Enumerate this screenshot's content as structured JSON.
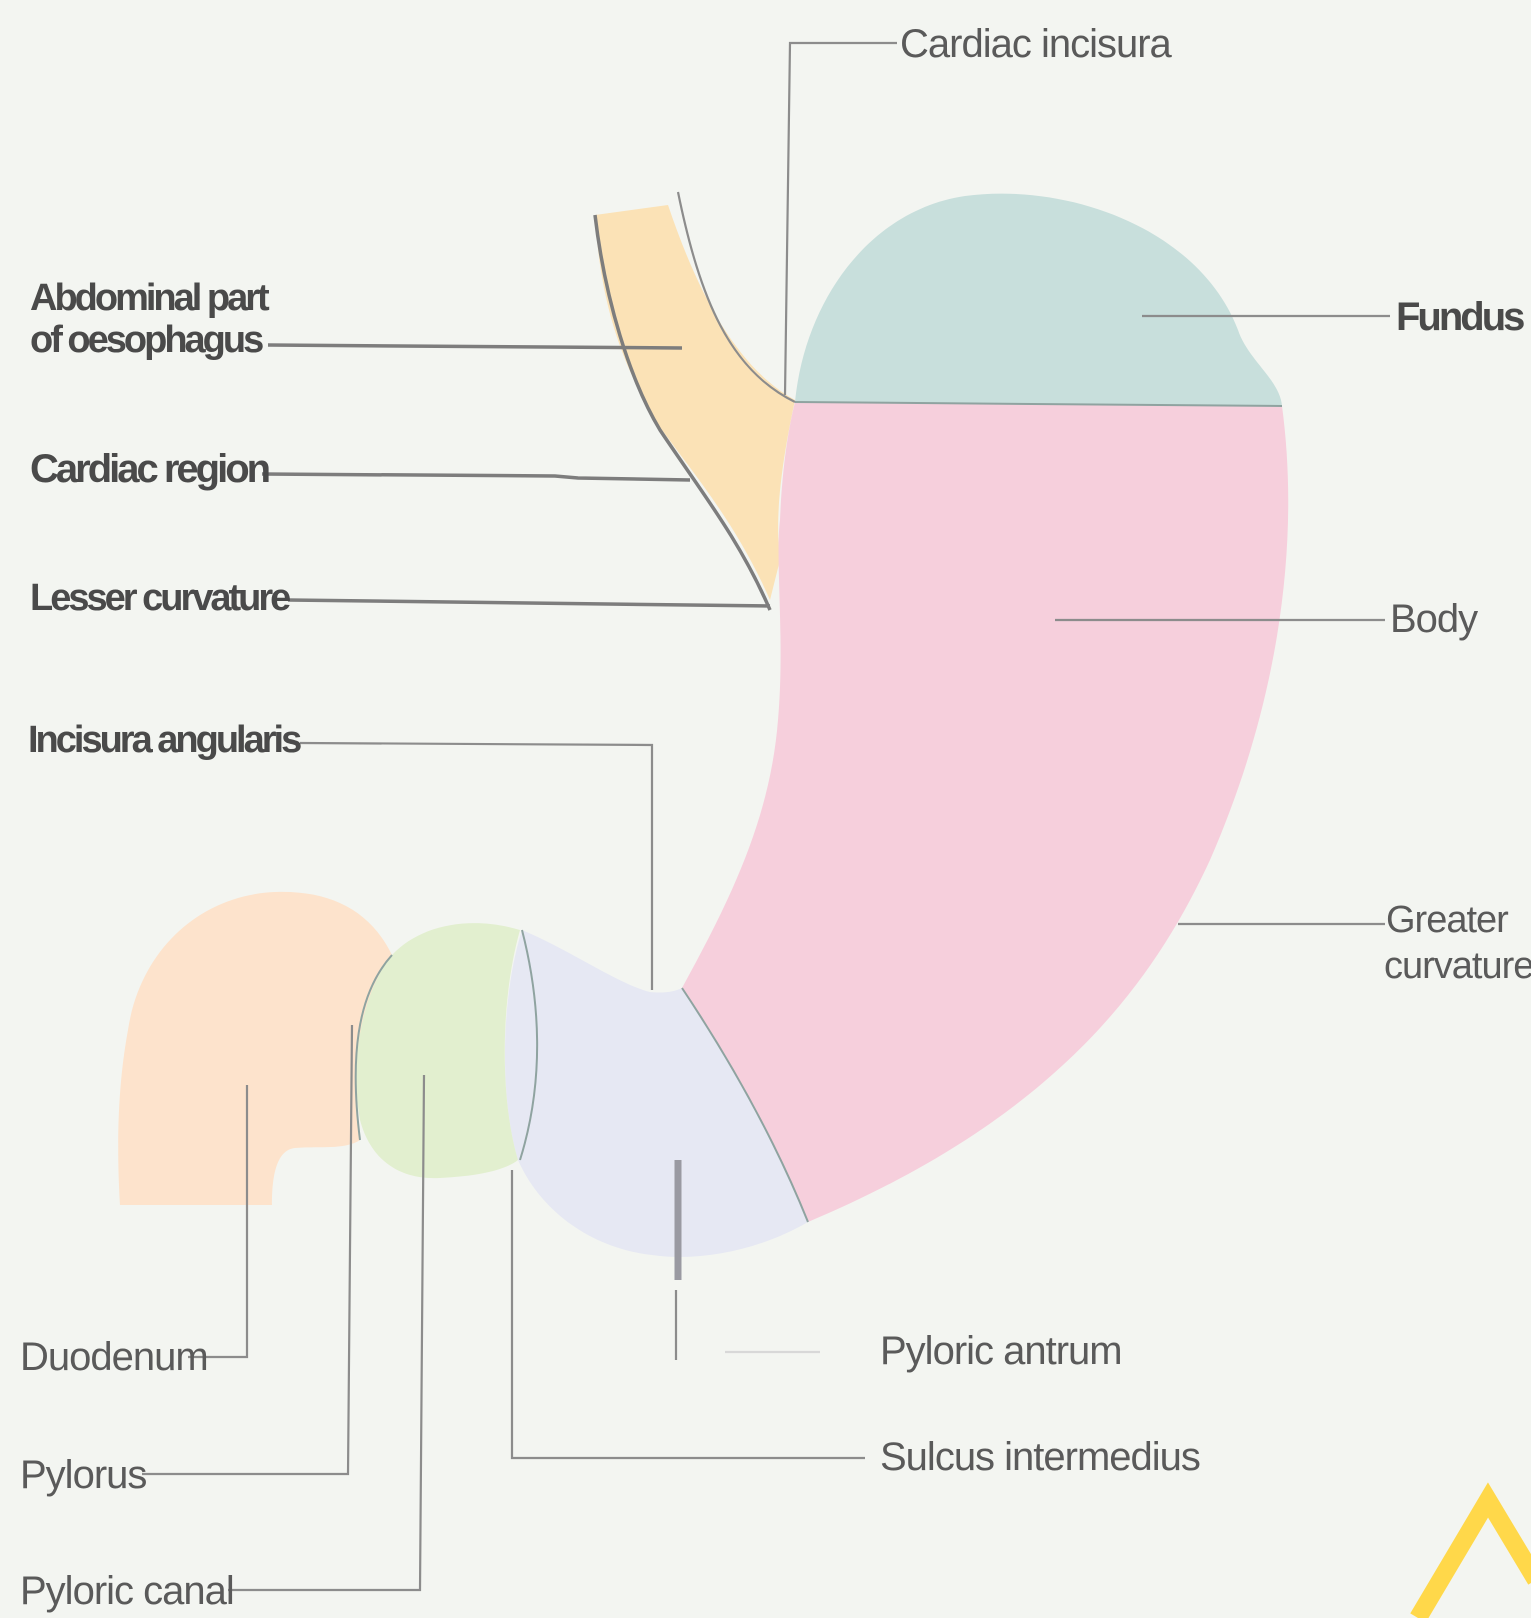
{
  "labels": {
    "cardiac_incisura": "Cardiac incisura",
    "abdominal_part_line1": "Abdominal part",
    "abdominal_part_line2": "of oesophagus",
    "cardiac_region": "Cardiac region",
    "lesser_curvature": "Lesser curvature",
    "incisura_angularis": "Incisura angularis",
    "fundus": "Fundus",
    "body": "Body",
    "greater_curvature_line1": "Greater",
    "greater_curvature_line2": "curvature",
    "duodenum": "Duodenum",
    "pylorus": "Pylorus",
    "pyloric_canal": "Pyloric canal",
    "pyloric_antrum": "Pyloric antrum",
    "sulcus_intermedius": "Sulcus intermedius"
  },
  "region_colors": {
    "background": "#f3f5f1",
    "oesophagus": "#fbe2b6",
    "fundus": "#c8dfdc",
    "body": "#f6cfdc",
    "pyloric_antrum": "#e6e8f3",
    "pyloric_canal": "#e2efcf",
    "duodenum": "#fde3cc"
  }
}
